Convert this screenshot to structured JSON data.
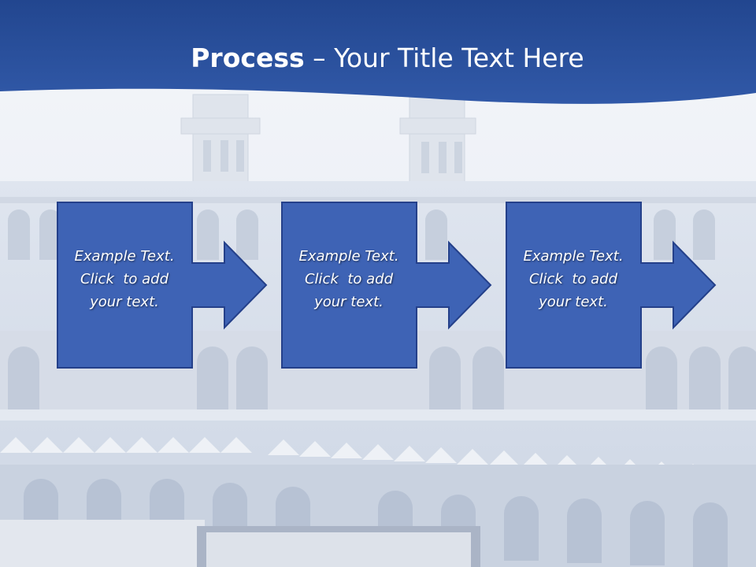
{
  "slide": {
    "title_bold": "Process",
    "title_rest": " – Your Title Text Here",
    "colors": {
      "header": "#2a4f9b",
      "box_fill": "#3e63b5",
      "box_border": "#24408a",
      "text": "#ffffff"
    }
  },
  "steps": [
    {
      "line1": "Example Text.",
      "line2": "Click  to add",
      "line3": "your text."
    },
    {
      "line1": "Example Text.",
      "line2": "Click  to add",
      "line3": "your text."
    },
    {
      "line1": "Example Text.",
      "line2": "Click  to add",
      "line3": "your text."
    }
  ]
}
